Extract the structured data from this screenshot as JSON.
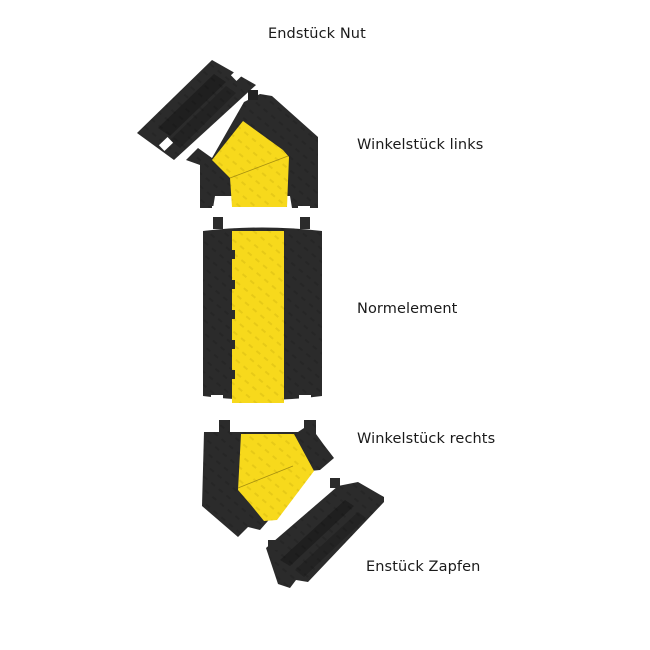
{
  "labels": {
    "end_groove": "Endstück Nut",
    "angle_left": "Winkelstück links",
    "standard": "Normelement",
    "angle_right": "Winkelstück rechts",
    "end_pin": "Enstück Zapfen"
  },
  "colors": {
    "rubber": "#2b2b2b",
    "rubber_shade": "#1e1e1e",
    "lid_yellow": "#f7d91c",
    "lid_shade": "#e5c613",
    "text": "#1a1a1a"
  }
}
